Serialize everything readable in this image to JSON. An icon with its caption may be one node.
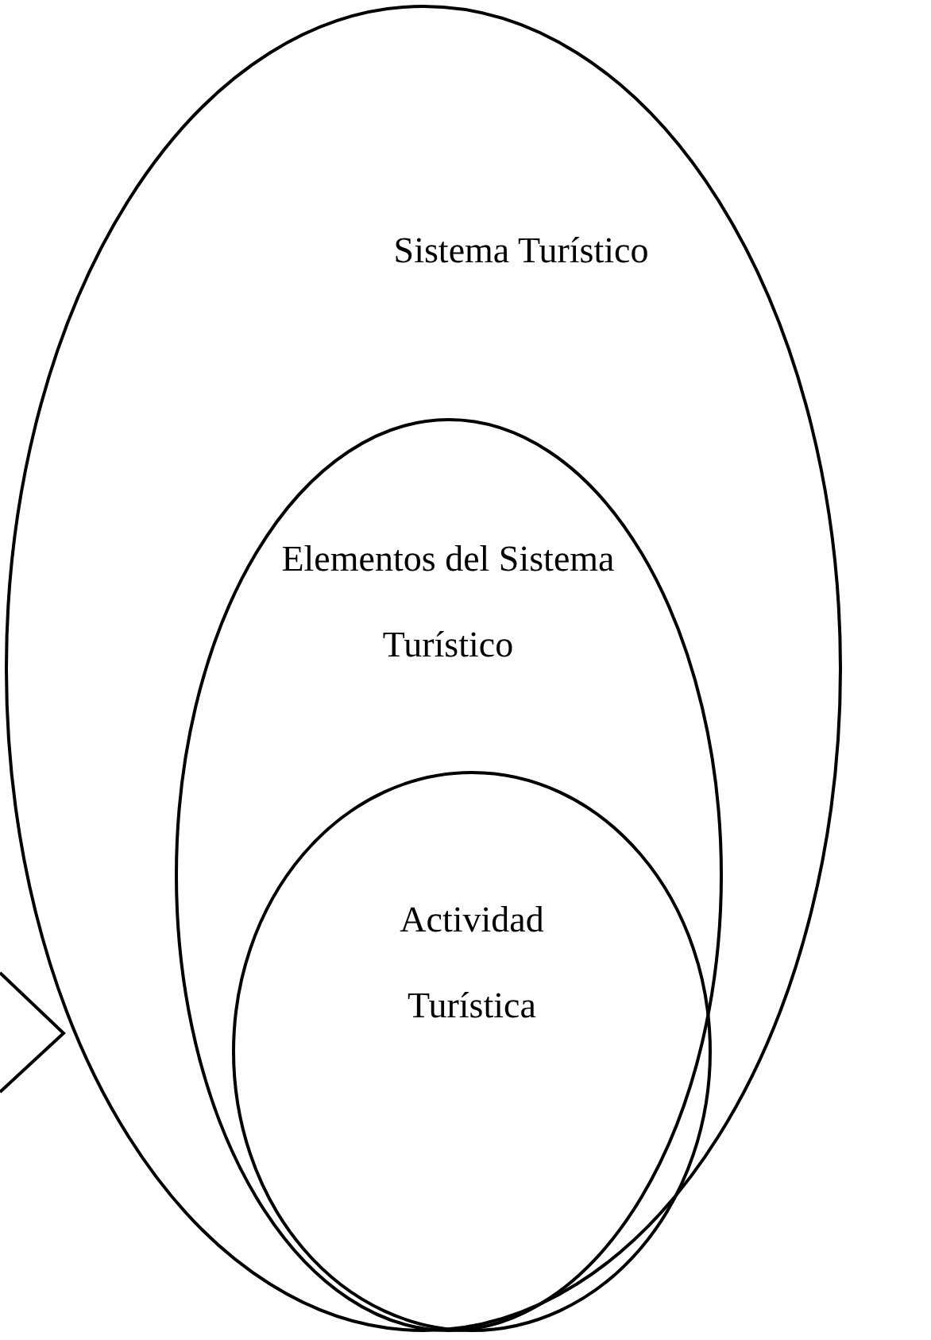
{
  "diagram": {
    "nodes": [
      {
        "text": [
          "Sistema Turístico"
        ]
      },
      {
        "text": [
          "Elementos del Sistema Turístico"
        ],
        "in": 0
      },
      {
        "text": [
          "Actividad Turística"
        ],
        "in": 1
      }
    ]
  }
}
